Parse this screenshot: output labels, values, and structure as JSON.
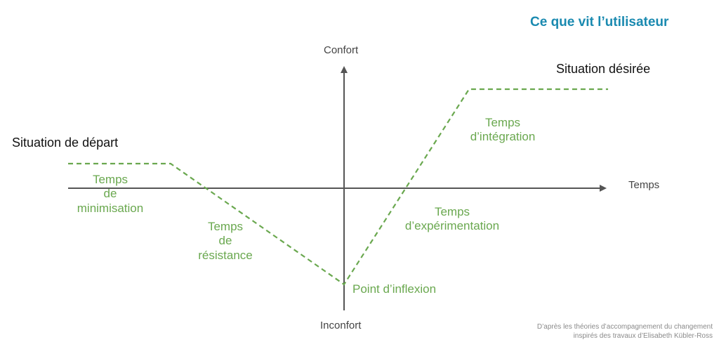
{
  "title": "Ce que vit l’utilisateur",
  "axes": {
    "y_top": "Confort",
    "y_bottom": "Inconfort",
    "x_right": "Temps"
  },
  "situations": {
    "start": "Situation de départ",
    "end": "Situation désirée"
  },
  "phases": {
    "minimisation": [
      "Temps",
      "de",
      "minimisation"
    ],
    "resistance": [
      "Temps",
      "de",
      "résistance"
    ],
    "inflexion": "Point d’inflexion",
    "experimentation": [
      "Temps",
      "d’expérimentation"
    ],
    "integration": [
      "Temps",
      "d’intégration"
    ]
  },
  "credit": {
    "line1": "D’après les théories d’accompagnement du changement",
    "line2": "inspirés des travaux d’Elisabeth Kübler-Ross"
  },
  "colors": {
    "title": "#1a8ab0",
    "curve": "#6aa84f",
    "axes": "#555555"
  }
}
